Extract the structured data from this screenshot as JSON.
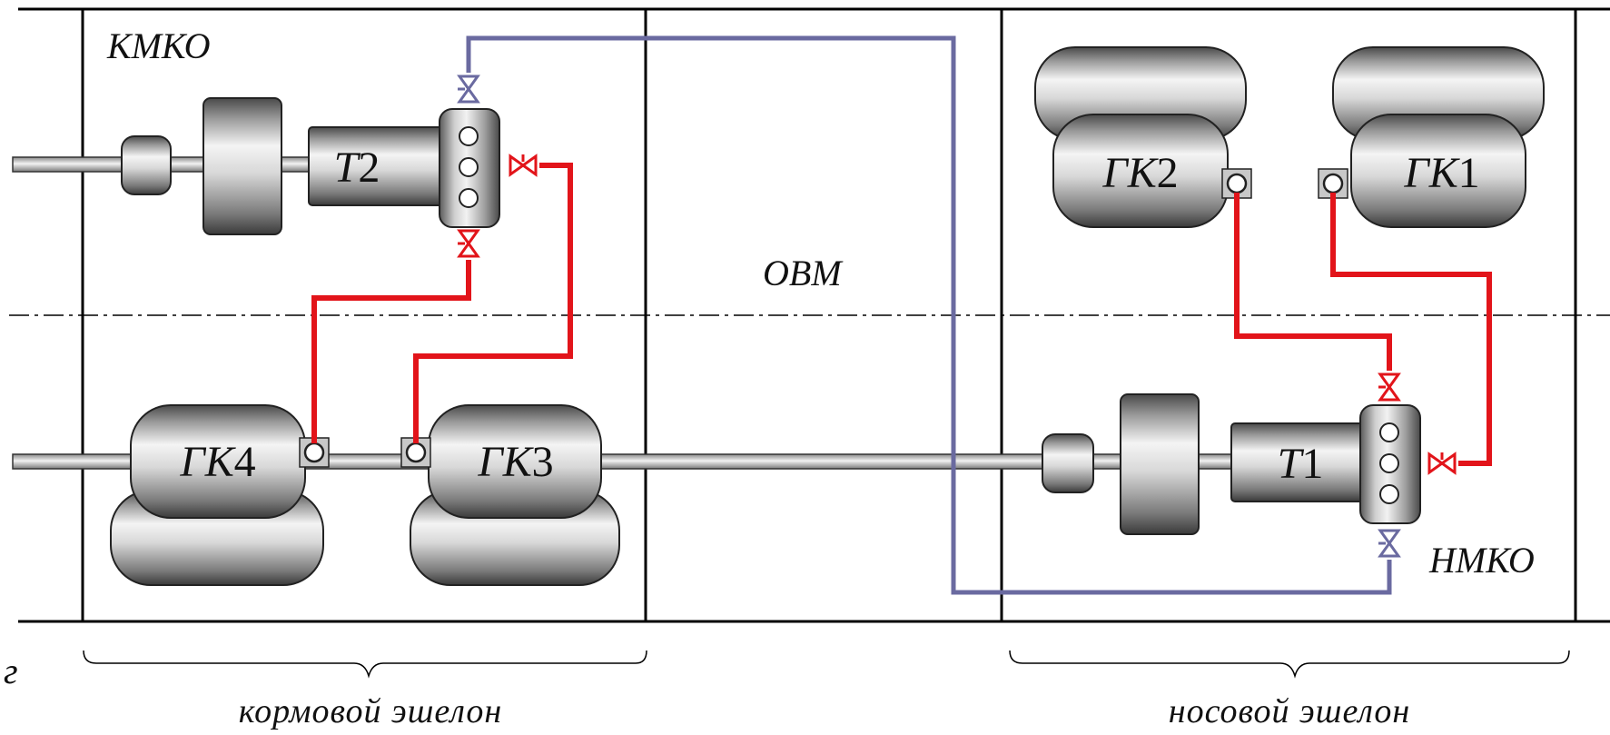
{
  "compartments": {
    "aft_engine_room": "КМКО",
    "auxiliary_room": "ОВМ",
    "bow_engine_room": "НМКО"
  },
  "units": {
    "turbine_aft": {
      "letter": "Т",
      "num": "2"
    },
    "turbine_bow": {
      "letter": "Т",
      "num": "1"
    },
    "boiler_1": {
      "letter": "ГК",
      "num": "1"
    },
    "boiler_2": {
      "letter": "ГК",
      "num": "2"
    },
    "boiler_3": {
      "letter": "ГК",
      "num": "3"
    },
    "boiler_4": {
      "letter": "ГК",
      "num": "4"
    }
  },
  "figure_letter": "г",
  "echelons": {
    "aft": "кормовой эшелон",
    "bow": "носовой эшелон"
  },
  "colors": {
    "steam_line": "#e2141a",
    "cross_connection_line": "#6a6aa0",
    "frame": "#000000"
  }
}
